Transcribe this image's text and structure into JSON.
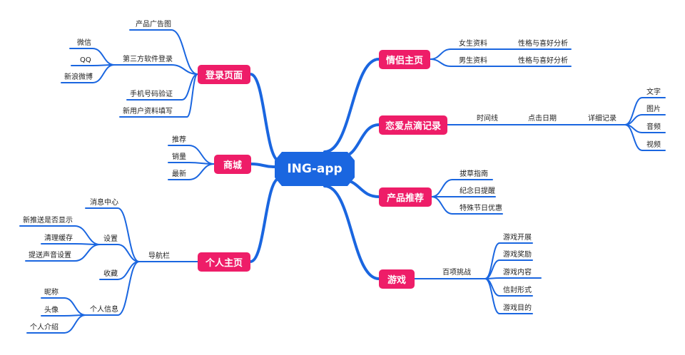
{
  "root": "ING-app",
  "colors": {
    "line": "#1a66e0",
    "topic": "#ee1d68",
    "root": "#1a66e0"
  },
  "topics": {
    "login": "登录页面",
    "shop": "商城",
    "personal": "个人主页",
    "couple": "情侣主页",
    "memory": "恋爱点滴记录",
    "recommend": "产品推荐",
    "game": "游戏"
  },
  "login": {
    "ad": "产品广告图",
    "third_party": "第三方软件登录",
    "wechat": "微信",
    "qq": "QQ",
    "weibo": "新浪微博",
    "phone": "手机号码验证",
    "new_user": "新用户资料填写"
  },
  "shop": {
    "top": "推荐",
    "sales": "销量",
    "newest": "最新"
  },
  "personal": {
    "nav": "导航栏",
    "messages": "消息中心",
    "settings": "设置",
    "push": "新推送是否显示",
    "cache": "清理缓存",
    "sound": "提送声音设置",
    "favorites": "收藏",
    "info": "个人信息",
    "nickname": "昵称",
    "avatar": "头像",
    "intro": "个人介绍"
  },
  "couple": {
    "female": "女生资料",
    "male": "男生资料",
    "analysis_f": "性格与喜好分析",
    "analysis_m": "性格与喜好分析"
  },
  "memory": {
    "timeline": "时间线",
    "click_date": "点击日期",
    "detail": "详细记录",
    "text": "文字",
    "image": "图片",
    "audio": "音频",
    "video": "视频"
  },
  "recommend": {
    "guide": "拔草指南",
    "reminder": "纪念日提醒",
    "holiday": "特殊节日优惠"
  },
  "game": {
    "challenge": "百项挑战",
    "start": "游戏开展",
    "reward": "游戏奖励",
    "content": "游戏内容",
    "envelope": "信封形式",
    "purpose": "游戏目的"
  }
}
